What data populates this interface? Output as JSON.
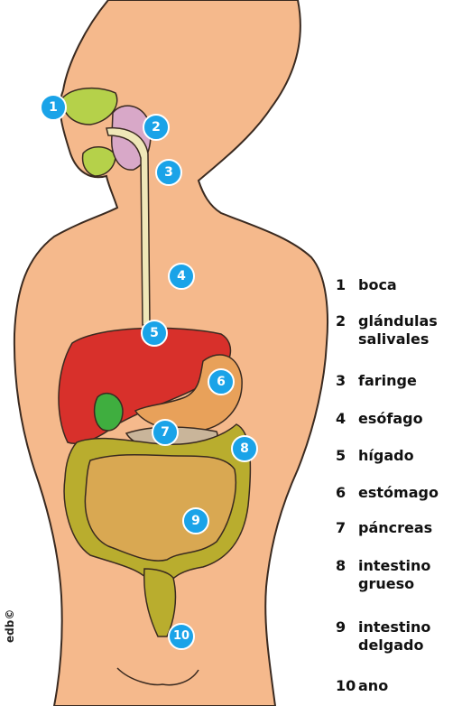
{
  "markers": [
    "1",
    "2",
    "3",
    "4",
    "5",
    "6",
    "7",
    "8",
    "9",
    "10"
  ],
  "legend": [
    {
      "num": "1",
      "label": "boca"
    },
    {
      "num": "2",
      "label": "glándulas salivales"
    },
    {
      "num": "3",
      "label": "faringe"
    },
    {
      "num": "4",
      "label": "esófago"
    },
    {
      "num": "5",
      "label": "hígado"
    },
    {
      "num": "6",
      "label": "estómago"
    },
    {
      "num": "7",
      "label": "páncreas"
    },
    {
      "num": "8",
      "label": "intestino grueso"
    },
    {
      "num": "9",
      "label": "intestino delgado"
    },
    {
      "num": "10",
      "label": "ano"
    }
  ],
  "credit": "edb©",
  "colors": {
    "skin": "#f5b98c",
    "outline": "#3a2a20",
    "marker": "#1aa3e8",
    "liver": "#d8302b",
    "stomach": "#e8a15a",
    "gallbladder": "#3fae3f",
    "large_intestine": "#b9ad2e",
    "small_intestine": "#d9a852",
    "pancreas": "#c9b59a",
    "salivary": "#d8a8c8",
    "mouth": "#b5d14a",
    "esophagus": "#efe7b8"
  }
}
